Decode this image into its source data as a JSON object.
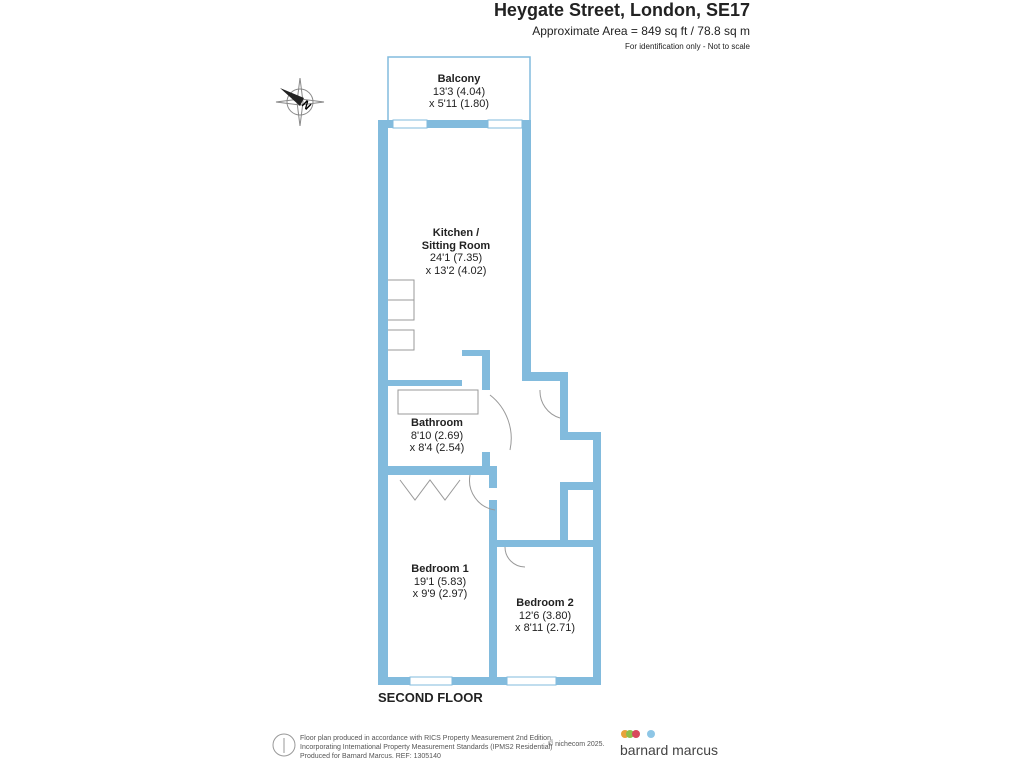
{
  "header": {
    "title": "Heygate Street, London, SE17",
    "area": "Approximate Area = 849 sq ft / 78.8 sq m",
    "note": "For identification only - Not to scale"
  },
  "compass": {
    "label": "N"
  },
  "rooms": [
    {
      "name": "Balcony",
      "dim1": "13'3 (4.04)",
      "dim2": "x 5'11 (1.80)"
    },
    {
      "name": "Kitchen /",
      "name2": "Sitting Room",
      "dim1": "24'1 (7.35)",
      "dim2": "x 13'2 (4.02)"
    },
    {
      "name": "Bathroom",
      "dim1": "8'10 (2.69)",
      "dim2": "x 8'4 (2.54)"
    },
    {
      "name": "Bedroom 1",
      "dim1": "19'1 (5.83)",
      "dim2": "x 9'9 (2.97)"
    },
    {
      "name": "Bedroom 2",
      "dim1": "12'6 (3.80)",
      "dim2": "x 8'11 (2.71)"
    }
  ],
  "floor_label": "SECOND FLOOR",
  "footer": {
    "line1": "Floor plan produced in accordance with RICS Property Measurement 2nd Edition,",
    "line2": "Incorporating International Property Measurement Standards (IPMS2 Residential)",
    "line3": "Produced for Barnard Marcus.   REF: 1305140",
    "copyright": "© nichecom 2025.",
    "brand": "barnard marcus"
  },
  "colors": {
    "wall": "#82bbdd",
    "brand_dots": [
      "#e8a33a",
      "#8fbf4a",
      "#d8485c",
      "#8ec6e6"
    ]
  }
}
